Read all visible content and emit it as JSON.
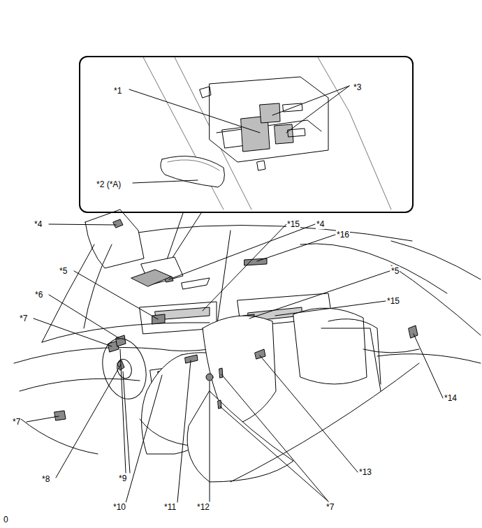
{
  "diagram": {
    "nodes": [
      {
        "text": [
          "*1",
          "*3",
          "*2 (*A)"
        ]
      }
    ],
    "labels": [
      "*4",
      "*4",
      "*15",
      "*16",
      "*5",
      "*5",
      "*15",
      "*6",
      "*7",
      "*14",
      "*7",
      "*13",
      "*8",
      "*9",
      "*10",
      "*11",
      "*12",
      "*7",
      "0"
    ]
  }
}
